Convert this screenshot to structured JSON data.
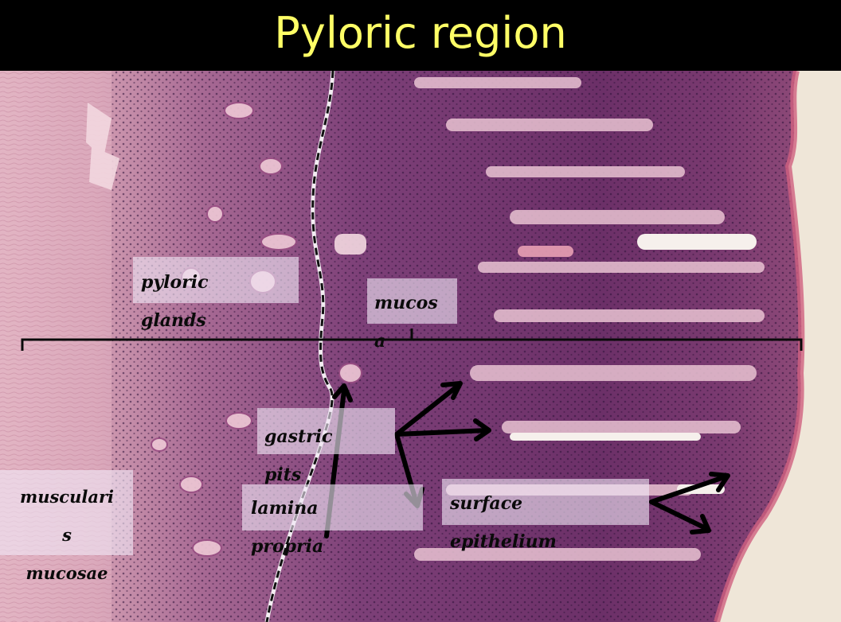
{
  "slide": {
    "title": "Pyloric region"
  },
  "labels": {
    "pyloric_glands": "pyloric\nglands",
    "mucosa": "mucos\na",
    "gastric_pits": "gastric\npits",
    "lamina_propria": "lamina\npropria",
    "surface_epithelium": "surface\nepithelium",
    "muscularis_mucosae": "musculari\ns\nmucosae"
  },
  "colors": {
    "title_background": "#000000",
    "title_text": "#ffff66",
    "tissue_dark": "#5a2a5e",
    "tissue_light": "#c98aa6",
    "muscle_pink": "#d9a2b4",
    "lumen_background": "#efe6d8"
  }
}
